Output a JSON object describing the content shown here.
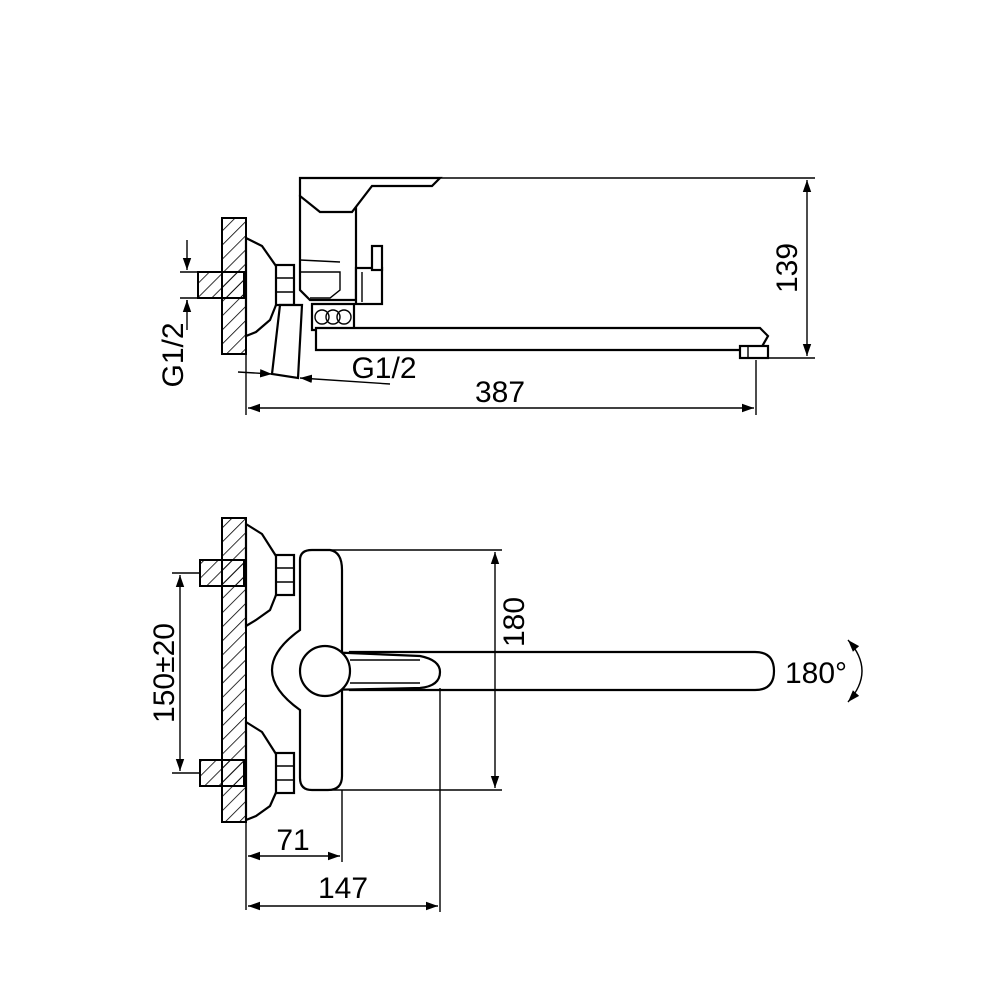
{
  "top_view": {
    "dim_height": "139",
    "dim_length": "387",
    "thread_left": "G1/2",
    "thread_bottom": "G1/2"
  },
  "bottom_view": {
    "dim_spacing": "150±20",
    "dim_height": "180",
    "dim_71": "71",
    "dim_147": "147",
    "rotation": "180°"
  }
}
